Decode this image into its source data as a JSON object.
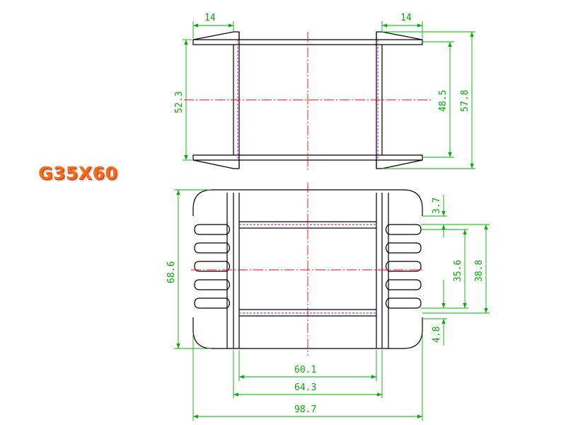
{
  "title": "G35X60",
  "colors": {
    "title": "#ff6a1a",
    "dimension": "#00b000",
    "outline": "#000000",
    "centerline": "#ff0000",
    "hidden_line": "#c000c0"
  },
  "dimensions": {
    "top_flange_left_width": "14",
    "top_flange_right_width": "14",
    "top_left_height": "52.3",
    "top_inner_height": "48.5",
    "top_outer_height": "57.8",
    "bottom_total_height": "68.6",
    "bottom_pin_top": "3.7",
    "bottom_pin_span_inner": "35.6",
    "bottom_pin_span_outer": "38.8",
    "bottom_pin_bottom": "4.8",
    "bottom_width_inner": "60.1",
    "bottom_width_mid": "64.3",
    "bottom_width_total": "98.7"
  }
}
